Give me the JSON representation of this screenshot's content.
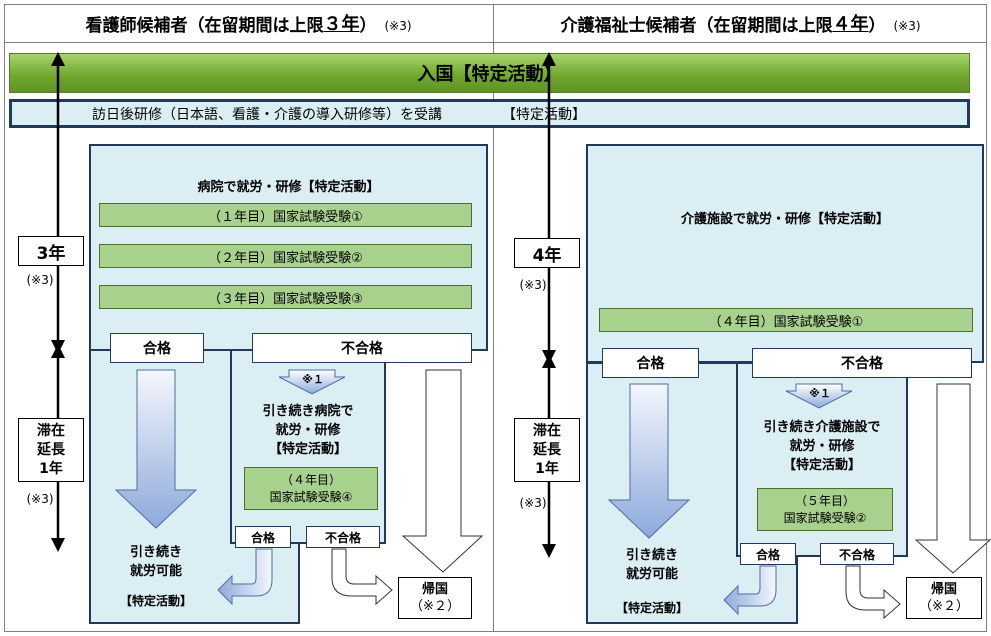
{
  "left": {
    "header_prefix": "看護師候補者（在留期間は上限",
    "header_years": "３年",
    "header_suffix": "）",
    "header_note": "(※3)",
    "main_title": "病院で就労・研修【特定活動】",
    "exams": [
      "（１年目）国家試験受験①",
      "（２年目）国家試験受験②",
      "（３年目）国家試験受験③"
    ],
    "years_label": "3年",
    "years_note": "(※3)",
    "stay_lines": [
      "滞在",
      "延長",
      "1年"
    ],
    "stay_note": "(※3)",
    "pass": "合格",
    "fail": "不合格",
    "note1": "※１",
    "continue_lines": [
      "引き続き病院で",
      "就労・研修",
      "【特定活動】"
    ],
    "exam_final": [
      "（４年目）",
      "国家試験受験④"
    ],
    "pass2": "合格",
    "fail2": "不合格",
    "can_work_lines": [
      "引き続き",
      "就労可能"
    ],
    "can_work_tag": "【特定活動】",
    "return_home": "帰国",
    "return_note": "（※２）"
  },
  "right": {
    "header_prefix": "介護福祉士候補者（在留期間は上限",
    "header_years": "４年",
    "header_suffix": "）",
    "header_note": "(※3)",
    "main_title": "介護施設で就労・研修【特定活動】",
    "exam": "（４年目）国家試験受験①",
    "years_label": "4年",
    "years_note": "(※3)",
    "stay_lines": [
      "滞在",
      "延長",
      "1年"
    ],
    "stay_note": "(※3)",
    "pass": "合格",
    "fail": "不合格",
    "note1": "※１",
    "continue_lines": [
      "引き続き介護施設で",
      "就労・研修",
      "【特定活動】"
    ],
    "exam_final": [
      "（５年目）",
      "国家試験受験②"
    ],
    "pass2": "合格",
    "fail2": "不合格",
    "can_work_lines": [
      "引き続き",
      "就労可能"
    ],
    "can_work_tag": "【特定活動】",
    "return_home": "帰国",
    "return_note": "（※２）"
  },
  "banner": "入国【特定活動】",
  "training": "訪日後研修（日本語、看護・介護の導入研修等）を受講",
  "training_tag": "【特定活動】"
}
